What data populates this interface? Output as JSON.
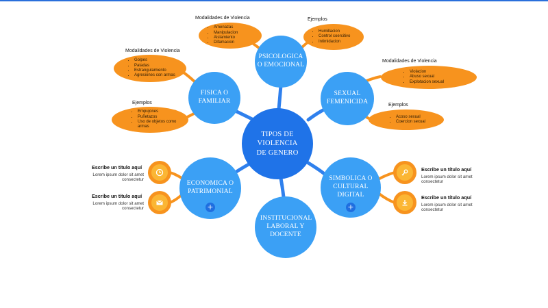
{
  "hub": {
    "label": "TIPOS DE VIOLENCIA DE GENERO"
  },
  "nodes": {
    "psicologica": {
      "label": "PSICOLOGICA O EMOCIONAL"
    },
    "fisica": {
      "label": "FISICA O FAMILIAR"
    },
    "sexual": {
      "label": "SEXUAL FEMENICIDA"
    },
    "economica": {
      "label": "ECONOMICA O PATRIMONIAL",
      "plus": "+"
    },
    "simbolica": {
      "label": "SIMBOLICA O CULTURAL DIGITAL",
      "plus": "+"
    },
    "institucional": {
      "label": "INSTITUCIONAL LABORAL Y DOCENTE"
    }
  },
  "ovals": {
    "psico_modalidades": {
      "title": "Modalidades de Violencia",
      "items": [
        "Amenazas",
        "Manipulacion",
        "Aislamiento",
        "Difamacion"
      ]
    },
    "psico_ejemplos": {
      "title": "Ejemplos",
      "items": [
        "Humillacion",
        "Control coercitivo",
        "Intimidacion"
      ]
    },
    "fisica_modalidades": {
      "title": "Modalidades de Violencia",
      "items": [
        "Golpes",
        "Patadas",
        "Estrangulamiento",
        "Agresiones con armas"
      ]
    },
    "fisica_ejemplos": {
      "title": "Ejemplos",
      "items": [
        "Empujones",
        "Puñetazos",
        "Uso de objetos como armas"
      ]
    },
    "sexual_modalidades": {
      "title": "Modalidades de Violencia",
      "items": [
        "Violacion",
        "Abuso sexual",
        "Explotacion sexual"
      ]
    },
    "sexual_ejemplos": {
      "title": "Ejemplos",
      "items": [
        "Acoso sexual",
        "Coercion sexual"
      ]
    }
  },
  "callouts": {
    "eco_top": {
      "title": "Escribe un título aquí",
      "text": "Lorem ipsum dolor sit amet consectetur",
      "icon": "clock-icon"
    },
    "eco_bottom": {
      "title": "Escribe un título aquí",
      "text": "Lorem ipsum dolor sit amet consectetur",
      "icon": "mail-icon"
    },
    "sim_top": {
      "title": "Escribe un título aquí",
      "text": "Lorem ipsum dolor sit amet consectetur",
      "icon": "key-icon"
    },
    "sim_bottom": {
      "title": "Escribe un título aquí",
      "text": "Lorem ipsum dolor sit amet consectetur",
      "icon": "download-icon"
    }
  },
  "colors": {
    "hub": "#1f73e8",
    "node": "#3ba0f5",
    "oval": "#f7931e",
    "icon_inner": "#fbb634"
  }
}
